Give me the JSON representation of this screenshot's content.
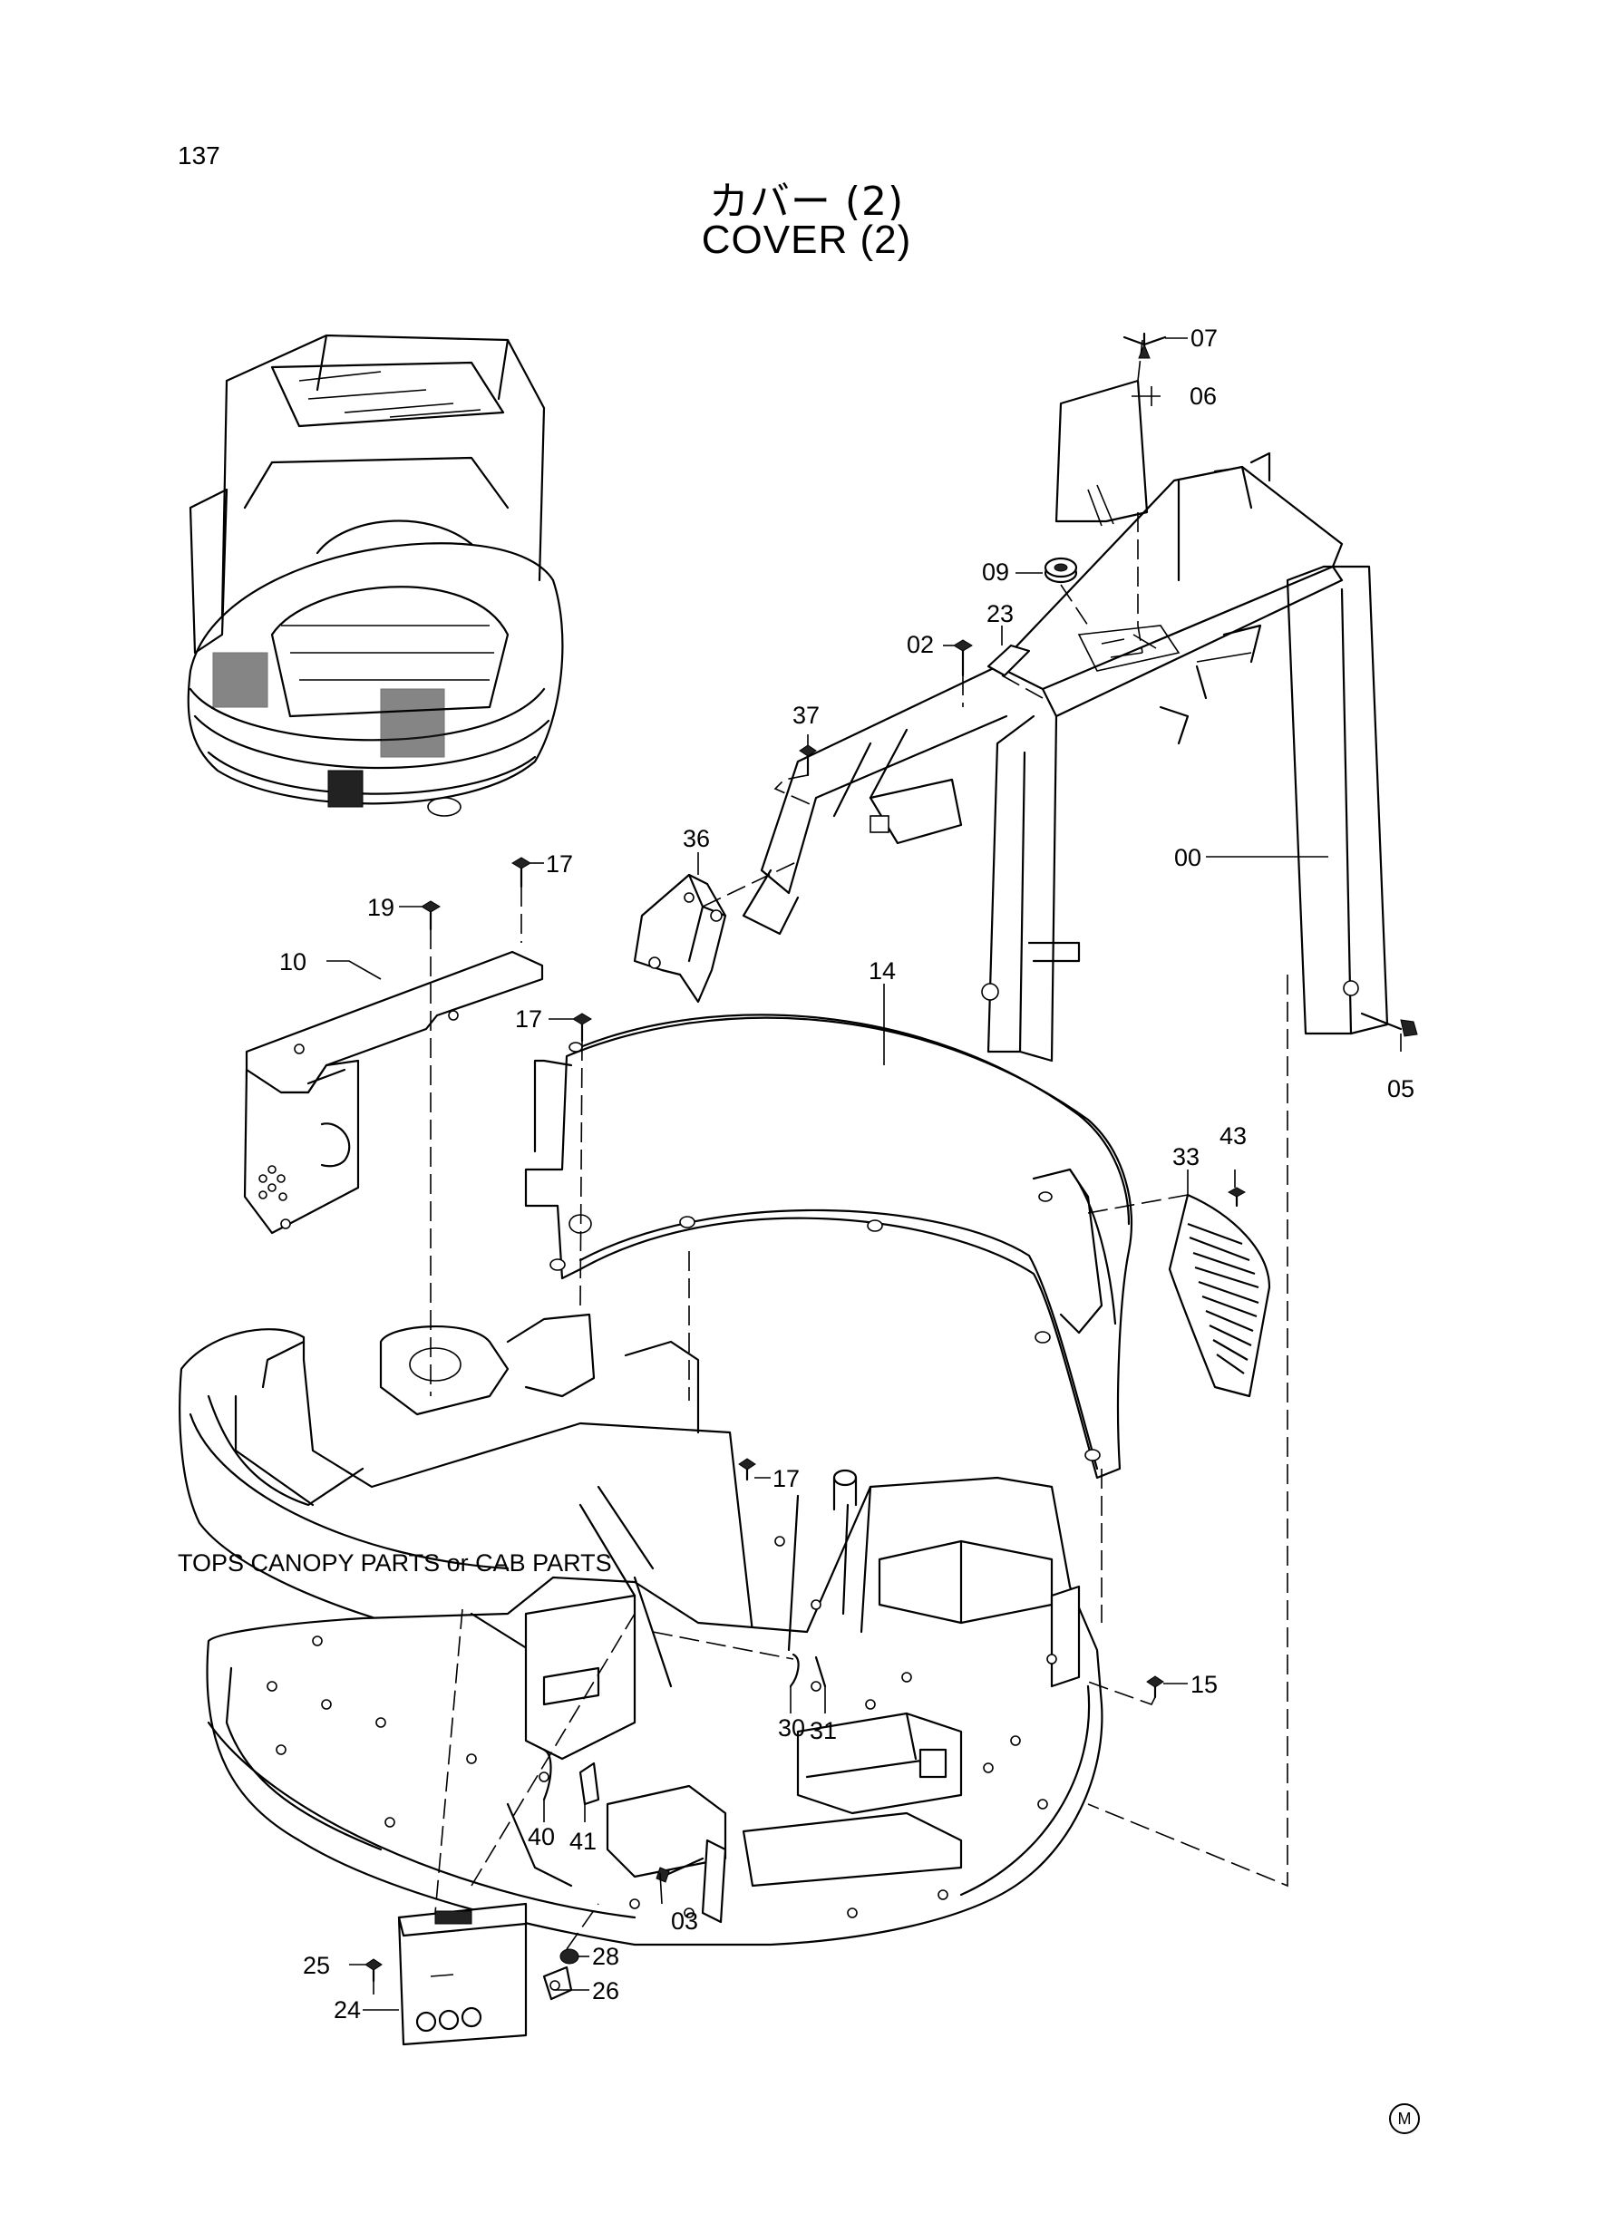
{
  "page_number": "137",
  "title_jp": "カバー (2)",
  "title_en": "COVER (2)",
  "note": "TOPS CANOPY PARTS or CAB PARTS",
  "corner_mark": "M",
  "callouts": [
    "07",
    "06",
    "09",
    "02",
    "23",
    "37",
    "36",
    "00",
    "05",
    "17",
    "19",
    "10",
    "14",
    "17",
    "33",
    "43",
    "17",
    "15",
    "30",
    "31",
    "40",
    "41",
    "03",
    "28",
    "25",
    "26",
    "24"
  ]
}
